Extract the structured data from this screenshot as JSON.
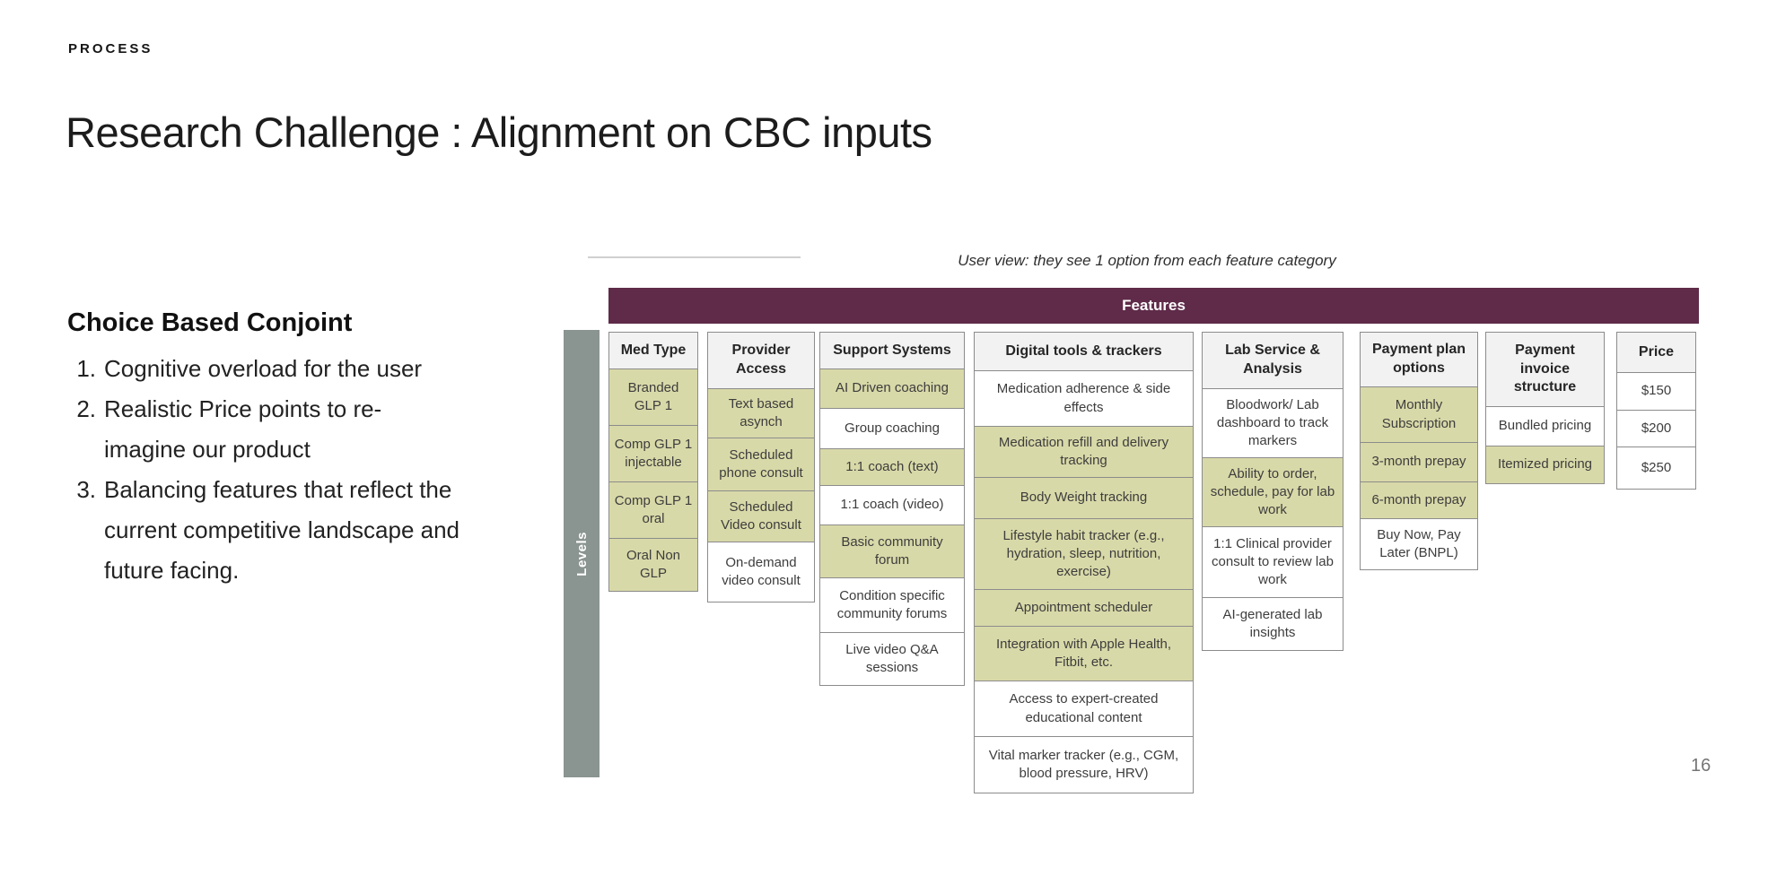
{
  "slide": {
    "eyebrow": "PROCESS",
    "title": "Research Challenge : Alignment on CBC inputs",
    "page_number": "16"
  },
  "left_panel": {
    "heading": "Choice Based Conjoint",
    "items": [
      {
        "num": "1.",
        "text": "Cognitive overload for the user"
      },
      {
        "num": "2.",
        "text": "Realistic Price points to re-imagine our product"
      },
      {
        "num": "3.",
        "text": "Balancing features that reflect the current competitive landscape and future facing."
      }
    ]
  },
  "diagram": {
    "annotation": "User view: they see 1 option from each feature category",
    "features_label": "Features",
    "levels_label": "Levels",
    "colors": {
      "maroon": "#5f2b49",
      "olive": "#d8d9a8",
      "levels_gray": "#8a9490",
      "header_bg": "#f2f2f2",
      "cell_border": "#8c8c8c"
    },
    "columns": [
      {
        "header": "Med Type",
        "cells": [
          {
            "label": "Branded GLP 1",
            "highlighted": true
          },
          {
            "label": "Comp GLP 1 injectable",
            "highlighted": true
          },
          {
            "label": "Comp GLP 1 oral",
            "highlighted": true
          },
          {
            "label": "Oral Non GLP",
            "highlighted": true
          }
        ]
      },
      {
        "header": "Provider Access",
        "cells": [
          {
            "label": "Text based asynch",
            "highlighted": true
          },
          {
            "label": "Scheduled phone consult",
            "highlighted": true
          },
          {
            "label": "Scheduled Video consult",
            "highlighted": true
          },
          {
            "label": "On-demand video consult",
            "highlighted": false
          }
        ]
      },
      {
        "header": "Support Systems",
        "cells": [
          {
            "label": "AI Driven coaching",
            "highlighted": true
          },
          {
            "label": "Group coaching",
            "highlighted": false
          },
          {
            "label": "1:1 coach (text)",
            "highlighted": true
          },
          {
            "label": "1:1 coach (video)",
            "highlighted": false
          },
          {
            "label": "Basic community forum",
            "highlighted": true
          },
          {
            "label": "Condition specific community forums",
            "highlighted": false
          },
          {
            "label": "Live video Q&A sessions",
            "highlighted": false
          }
        ]
      },
      {
        "header": "Digital tools & trackers",
        "cells": [
          {
            "label": "Medication adherence & side effects",
            "highlighted": false
          },
          {
            "label": "Medication refill and delivery tracking",
            "highlighted": true
          },
          {
            "label": "Body Weight tracking",
            "highlighted": true
          },
          {
            "label": "Lifestyle habit tracker (e.g., hydration, sleep, nutrition, exercise)",
            "highlighted": true
          },
          {
            "label": "Appointment scheduler",
            "highlighted": true
          },
          {
            "label": "Integration with Apple Health, Fitbit, etc.",
            "highlighted": true
          },
          {
            "label": "Access to expert-created educational content",
            "highlighted": false
          },
          {
            "label": "Vital marker tracker (e.g., CGM, blood pressure, HRV)",
            "highlighted": false
          }
        ]
      },
      {
        "header": "Lab Service & Analysis",
        "cells": [
          {
            "label": "Bloodwork/ Lab dashboard to track markers",
            "highlighted": false
          },
          {
            "label": "Ability to order, schedule, pay for lab work",
            "highlighted": true
          },
          {
            "label": "1:1 Clinical provider consult to review lab work",
            "highlighted": false
          },
          {
            "label": "AI-generated lab insights",
            "highlighted": false
          }
        ]
      },
      {
        "header": "Payment plan options",
        "cells": [
          {
            "label": "Monthly Subscription",
            "highlighted": true
          },
          {
            "label": "3-month prepay",
            "highlighted": true
          },
          {
            "label": "6-month prepay",
            "highlighted": true
          },
          {
            "label": "Buy Now, Pay Later (BNPL)",
            "highlighted": false
          }
        ]
      },
      {
        "header": "Payment invoice structure",
        "cells": [
          {
            "label": "Bundled pricing",
            "highlighted": false
          },
          {
            "label": "Itemized pricing",
            "highlighted": true
          }
        ]
      },
      {
        "header": "Price",
        "cells": [
          {
            "label": "$150",
            "highlighted": false
          },
          {
            "label": "$200",
            "highlighted": false
          },
          {
            "label": "$250",
            "highlighted": false
          }
        ]
      }
    ]
  }
}
